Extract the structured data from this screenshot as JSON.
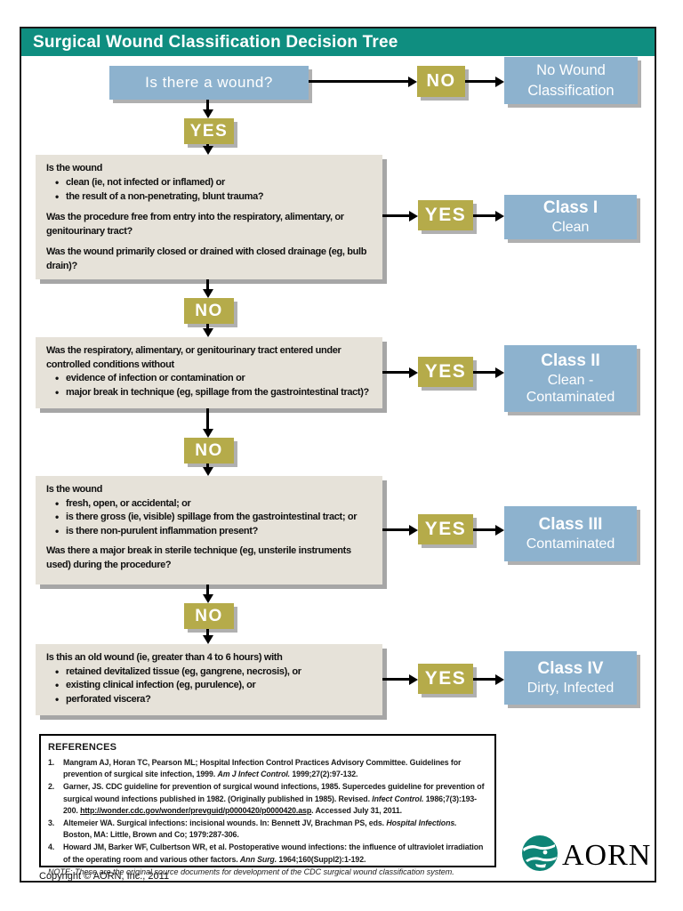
{
  "header": {
    "title": "Surgical Wound Classification Decision Tree"
  },
  "colors": {
    "teal": "#0F8E80",
    "blue": "#8DB2CE",
    "gold": "#B5AB4A",
    "question_bg": "#E6E2D9"
  },
  "root": {
    "question": "Is there a wound?",
    "no_label": "NO",
    "yes_label": "YES",
    "no_result_lines": [
      "No Wound",
      "Classification"
    ]
  },
  "nodes": [
    {
      "intro": "Is the wound",
      "bullets": [
        "clean (ie, not infected or inflamed) or",
        "the result of a non-penetrating, blunt trauma?"
      ],
      "paragraphs": [
        "Was the procedure free from entry into the respiratory, alimentary, or genitourinary tract?",
        "Was the wound primarily closed or drained with closed drainage (eg, bulb drain)?"
      ],
      "yes_label": "YES",
      "no_label": "NO",
      "class_title": "Class I",
      "subtitle_lines": [
        "Clean"
      ]
    },
    {
      "intro": "Was the respiratory, alimentary, or genitourinary tract entered under controlled conditions without",
      "bullets": [
        "evidence of infection or contamination or",
        "major break in technique (eg, spillage from the gastrointestinal tract)?"
      ],
      "paragraphs": [],
      "yes_label": "YES",
      "no_label": "NO",
      "class_title": "Class II",
      "subtitle_lines": [
        "Clean -",
        "Contaminated"
      ]
    },
    {
      "intro": "Is the wound",
      "bullets": [
        "fresh, open, or accidental; or",
        "is there gross (ie, visible) spillage from the gastrointestinal tract; or",
        "is there non-purulent inflammation present?"
      ],
      "paragraphs": [
        "Was there a major break in sterile technique (eg, unsterile instruments used) during the procedure?"
      ],
      "yes_label": "YES",
      "no_label": "NO",
      "class_title": "Class III",
      "subtitle_lines": [
        "Contaminated"
      ]
    },
    {
      "intro": "Is this an old wound (ie, greater than 4 to 6 hours) with",
      "bullets": [
        "retained devitalized tissue (eg, gangrene, necrosis), or",
        "existing clinical infection (eg, purulence), or",
        "perforated viscera?"
      ],
      "paragraphs": [],
      "yes_label": "YES",
      "class_title": "Class IV",
      "subtitle_lines": [
        "Dirty, Infected"
      ]
    }
  ],
  "references": {
    "heading": "REFERENCES",
    "items": [
      {
        "num": "1.",
        "pre": "Mangram AJ, Horan TC, Pearson ML; Hospital Infection Control Practices Advisory Committee. Guidelines for prevention of surgical site infection, 1999. ",
        "italic": "Am J Infect Control.",
        "post": " 1999;27(2):97-132."
      },
      {
        "num": "2.",
        "pre": "Garner, JS. CDC guideline for prevention of surgical wound infections, 1985. Supercedes guideline for prevention of surgical wound infections published in 1982. (Originally published in 1985). Revised. ",
        "italic": "Infect Control.",
        "mid": " 1986;7(3):193-200. ",
        "link": "http://wonder.cdc.gov/wonder/prevguid/p0000420/p0000420.asp",
        "post": ".  Accessed July 31, 2011."
      },
      {
        "num": "3.",
        "pre": "Altemeier WA. Surgical infections: incisional wounds. In: Bennett JV, Brachman PS, eds. ",
        "italic": "Hospital Infections.",
        "post": " Boston, MA: Little, Brown and Co; 1979:287-306."
      },
      {
        "num": "4.",
        "pre": "Howard JM, Barker WF, Culbertson WR, et al. Postoperative wound infections: the influence of ultraviolet irradiation of the operating room and various other factors. ",
        "italic": "Ann Surg.",
        "post": " 1964;160(Suppl2):1-192."
      }
    ],
    "note": "NOTE: These are the original source documents for development of the CDC surgical wound classification system."
  },
  "footer": {
    "copyright": "Copyright © AORN, Inc., 2011"
  },
  "logo": {
    "wordmark": "AORN"
  }
}
